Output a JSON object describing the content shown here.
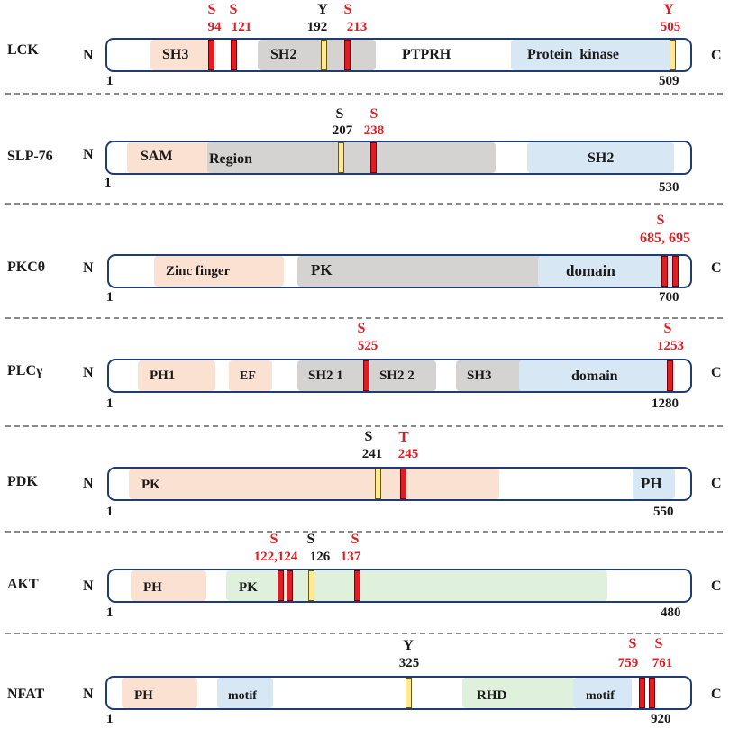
{
  "colors": {
    "peach": "#fbe1d2",
    "gray": "#d5d3d1",
    "blue": "#d8e7f4",
    "green": "#dff0dc",
    "red_site": "#e31b23",
    "yellow_site": "#ffe89a",
    "bar_border": "#1f3d73"
  },
  "terminals": {
    "n": "N",
    "c": "C"
  },
  "proteins": [
    {
      "name": "LCK",
      "start": "1",
      "end": "509",
      "domains": [
        "SH3",
        "SH2",
        "PTPRH",
        "Protein  kinase"
      ],
      "sites": [
        {
          "res": "S",
          "pos": "94",
          "color": "red"
        },
        {
          "res": "S",
          "pos": "121",
          "color": "red"
        },
        {
          "res": "Y",
          "pos": "192",
          "color": "black"
        },
        {
          "res": "S",
          "pos": "213",
          "color": "red"
        },
        {
          "res": "Y",
          "pos": "505",
          "color": "red"
        }
      ]
    },
    {
      "name": "SLP-76",
      "start": "1",
      "end": "530",
      "domains": [
        "SAM",
        "Region",
        "SH2"
      ],
      "sites": [
        {
          "res": "S",
          "pos": "207",
          "color": "black"
        },
        {
          "res": "S",
          "pos": "238",
          "color": "red"
        }
      ]
    },
    {
      "name": "PKCθ",
      "start": "1",
      "end": "700",
      "domains": [
        "Zinc finger",
        "PK",
        "domain"
      ],
      "sites": [
        {
          "res": "S",
          "pos": "685, 695",
          "color": "red"
        }
      ]
    },
    {
      "name": "PLCγ",
      "start": "1",
      "end": "1280",
      "domains": [
        "PH1",
        "EF",
        "SH2 1",
        "SH2 2",
        "SH3",
        "domain"
      ],
      "sites": [
        {
          "res": "S",
          "pos": "525",
          "color": "red"
        },
        {
          "res": "S",
          "pos": "1253",
          "color": "red"
        }
      ]
    },
    {
      "name": "PDK",
      "start": "1",
      "end": "550",
      "domains": [
        "PK",
        "PH"
      ],
      "sites": [
        {
          "res": "S",
          "pos": "241",
          "color": "black"
        },
        {
          "res": "T",
          "pos": "245",
          "color": "red"
        }
      ]
    },
    {
      "name": "AKT",
      "start": "1",
      "end": "480",
      "domains": [
        "PH",
        "PK"
      ],
      "sites": [
        {
          "res": "S",
          "pos": "122,124",
          "color": "red"
        },
        {
          "res": "S",
          "pos": "126",
          "color": "black"
        },
        {
          "res": "S",
          "pos": "137",
          "color": "red"
        }
      ]
    },
    {
      "name": "NFAT",
      "start": "1",
      "end": "920",
      "domains": [
        "PH",
        "motif",
        "RHD",
        "motif"
      ],
      "sites": [
        {
          "res": "Y",
          "pos": "325",
          "color": "black"
        },
        {
          "res": "S",
          "pos": "759",
          "color": "red"
        },
        {
          "res": "S",
          "pos": "761",
          "color": "red"
        }
      ]
    }
  ]
}
